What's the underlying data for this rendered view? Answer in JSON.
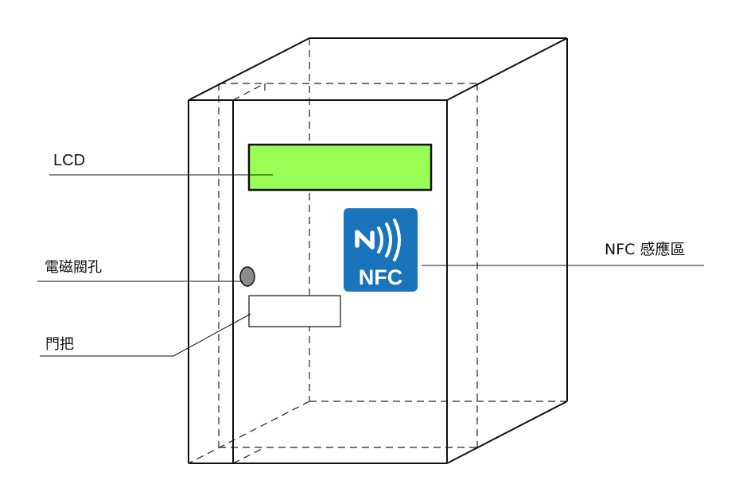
{
  "labels": {
    "lcd": "LCD",
    "lock_hole": "電磁閥孔",
    "door_handle": "門把",
    "nfc_area": "NFC 感應區"
  },
  "nfc_badge": {
    "text": "NFC",
    "icon": "nfc-wave-icon"
  },
  "colors": {
    "lcd_screen": "#99ff55",
    "nfc_badge_bg": "#1a74bc",
    "lock_hole_fill": "#8c8c8c"
  }
}
